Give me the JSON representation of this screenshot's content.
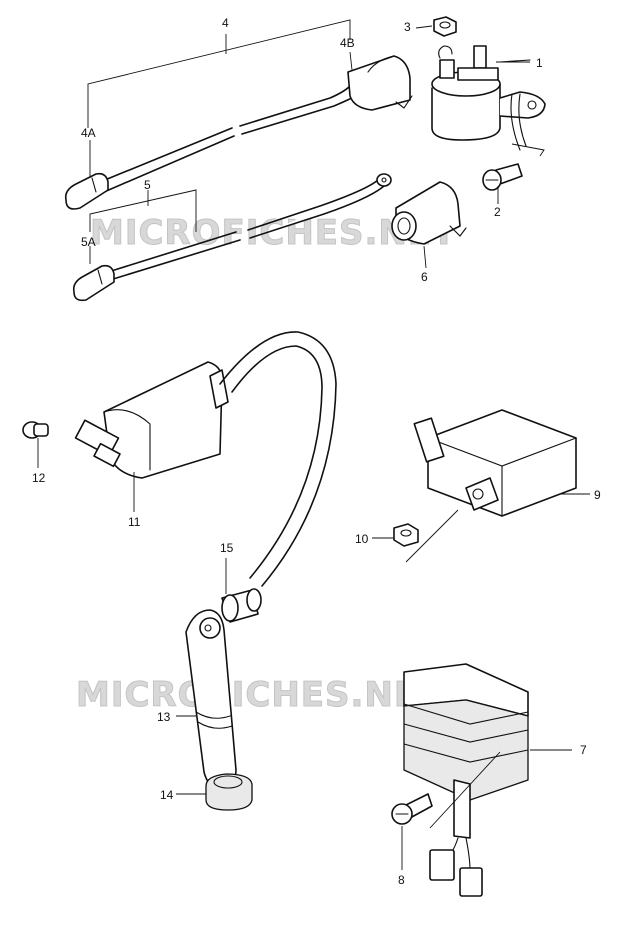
{
  "watermark": "MICROFICHES.NET",
  "callouts": {
    "p1": "1",
    "p2": "2",
    "p3": "3",
    "p4": "4",
    "p4a": "4A",
    "p4b": "4B",
    "p5": "5",
    "p5a": "5A",
    "p6": "6",
    "p7": "7",
    "p8": "8",
    "p9": "9",
    "p10": "10",
    "p11": "11",
    "p12": "12",
    "p13": "13",
    "p14": "14",
    "p15": "15"
  }
}
